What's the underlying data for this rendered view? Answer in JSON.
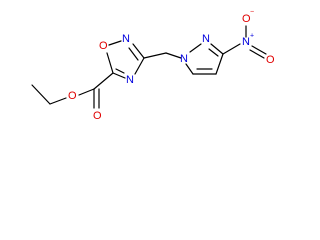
{
  "molecule": {
    "atoms": {
      "ester_O": "O",
      "carbonyl_O": "O",
      "ring_O": "O",
      "ring_N_top": "N",
      "ring_N_bottom": "N",
      "pyrazole_N1": "N",
      "pyrazole_N2": "N",
      "nitro_N": "N",
      "nitro_O_top": "O",
      "nitro_O_right": "O",
      "nitro_N_charge": "+",
      "nitro_O_charge": "−"
    },
    "colors": {
      "carbon_bond": "#000000",
      "oxygen": "#e00000",
      "nitrogen": "#0000dd"
    }
  }
}
